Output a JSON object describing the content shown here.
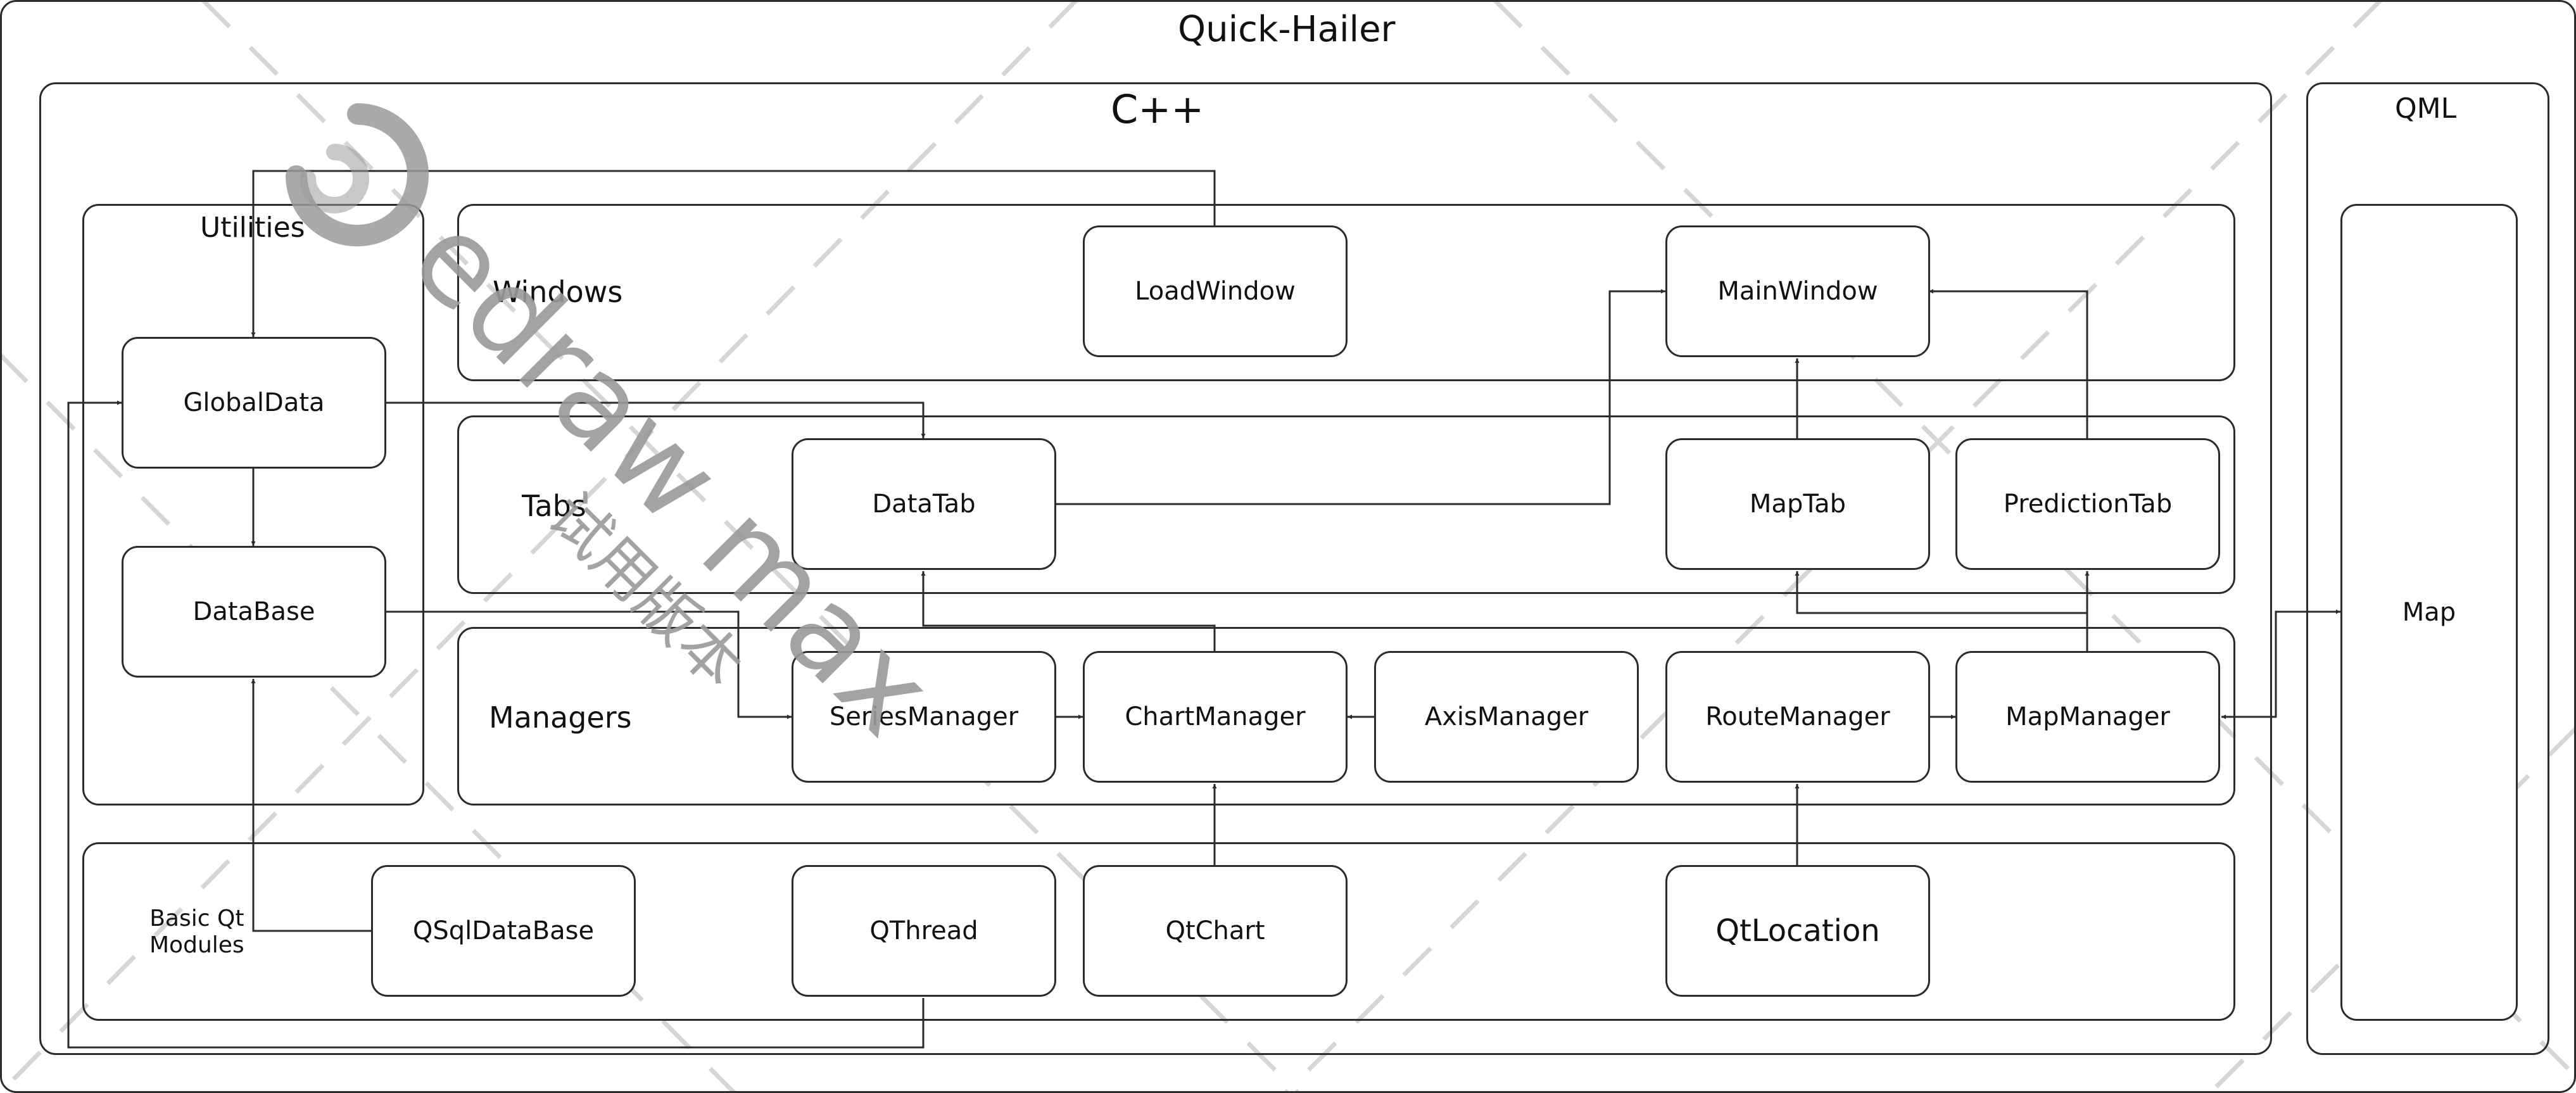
{
  "title": "Quick-Hailer",
  "cpp_label": "C++",
  "qml_label": "QML",
  "groups": {
    "utilities": "Utilities",
    "windows": "Windows",
    "tabs": "Tabs",
    "managers": "Managers",
    "basic_line1": "Basic Qt",
    "basic_line2": "Modules"
  },
  "nodes": {
    "global_data": "GlobalData",
    "database": "DataBase",
    "load_window": "LoadWindow",
    "main_window": "MainWindow",
    "data_tab": "DataTab",
    "map_tab": "MapTab",
    "prediction_tab": "PredictionTab",
    "series_manager": "SeriesManager",
    "chart_manager": "ChartManager",
    "axis_manager": "AxisManager",
    "route_manager": "RouteManager",
    "map_manager": "MapManager",
    "qsql_database": "QSqlDataBase",
    "qthread": "QThread",
    "qtchart": "QtChart",
    "qtlocation": "QtLocation",
    "map": "Map"
  },
  "watermark": {
    "brand": "edraw max",
    "subtitle": "试用版本"
  },
  "colors": {
    "line": "#2b2b2b",
    "watermark": "#9a9a9a",
    "dash": "#d6d6d6"
  }
}
